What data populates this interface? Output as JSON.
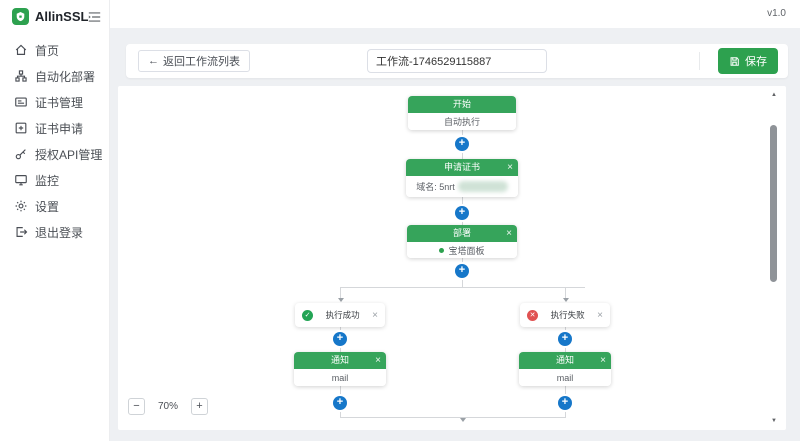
{
  "app": {
    "brand": "AllinSSL",
    "version": "v1.0"
  },
  "sidebar": {
    "items": [
      {
        "id": "home",
        "label": "首页"
      },
      {
        "id": "auto-deploy",
        "label": "自动化部署"
      },
      {
        "id": "cert-manage",
        "label": "证书管理"
      },
      {
        "id": "cert-apply",
        "label": "证书申请"
      },
      {
        "id": "api-auth",
        "label": "授权API管理"
      },
      {
        "id": "monitor",
        "label": "监控"
      },
      {
        "id": "settings",
        "label": "设置"
      },
      {
        "id": "logout",
        "label": "退出登录"
      }
    ]
  },
  "toolbar": {
    "back_label": "返回工作流列表",
    "workflow_name": "工作流-1746529115887",
    "save_label": "保存"
  },
  "canvas": {
    "nodes": {
      "start": {
        "title": "开始",
        "body": "自动执行"
      },
      "apply": {
        "title": "申请证书",
        "body_label": "域名: 5nrt"
      },
      "deploy": {
        "title": "部署",
        "body": "宝塔面板"
      },
      "branch_success": {
        "label": "执行成功"
      },
      "branch_fail": {
        "label": "执行失败"
      },
      "notify_left": {
        "title": "通知",
        "body": "mail"
      },
      "notify_right": {
        "title": "通知",
        "body": "mail"
      }
    },
    "zoom": {
      "level": "70%"
    }
  },
  "icons": {
    "plus": "+",
    "close": "×",
    "check": "✓",
    "cross": "✕",
    "back_arrow": "←",
    "minus": "−",
    "zoom_plus": "+",
    "scroll_up": "▲",
    "scroll_down": "▼"
  },
  "colors": {
    "header_green": "#36a45b",
    "save_green": "#2da14f",
    "plus_blue": "#1677c9",
    "success": "#23a455",
    "error": "#e05252"
  }
}
